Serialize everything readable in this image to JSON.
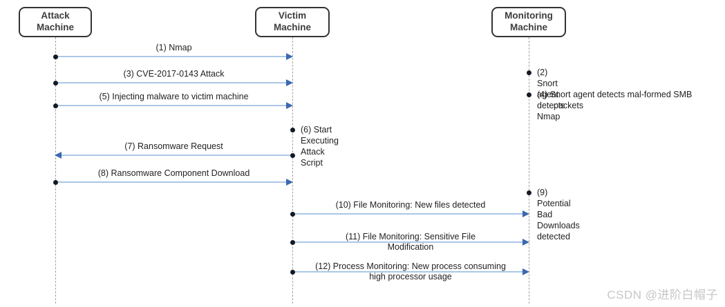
{
  "diagram": {
    "type": "sequence-diagram",
    "actors": [
      {
        "id": "attack",
        "label": "Attack\nMachine"
      },
      {
        "id": "victim",
        "label": "Victim\nMachine"
      },
      {
        "id": "monitoring",
        "label": "Monitoring\nMachine"
      }
    ],
    "messages": [
      {
        "num": 1,
        "from": "attack",
        "to": "victim",
        "label": "(1) Nmap"
      },
      {
        "num": 3,
        "from": "attack",
        "to": "victim",
        "label": "(3) CVE-2017-0143 Attack"
      },
      {
        "num": 5,
        "from": "attack",
        "to": "victim",
        "label": "(5) Injecting malware to victim machine"
      },
      {
        "num": 7,
        "from": "victim",
        "to": "attack",
        "label": "(7) Ransomware Request"
      },
      {
        "num": 8,
        "from": "attack",
        "to": "victim",
        "label": "(8) Ransomware Component Download"
      },
      {
        "num": 10,
        "from": "victim",
        "to": "monitoring",
        "label": "(10) File Monitoring: New files detected"
      },
      {
        "num": 11,
        "from": "victim",
        "to": "monitoring",
        "label": "(11) File Monitoring: Sensitive File\nModification"
      },
      {
        "num": 12,
        "from": "victim",
        "to": "monitoring",
        "label": "(12) Process Monitoring: New process consuming\nhigh processor usage"
      }
    ],
    "notes": [
      {
        "num": 2,
        "at": "monitoring",
        "label": "(2) Snort agent detects Nmap"
      },
      {
        "num": 4,
        "at": "monitoring",
        "label": "(4) Snort agent detects mal-formed SMB packets"
      },
      {
        "num": 6,
        "at": "victim",
        "label": "(6) Start Executing Attack Script"
      },
      {
        "num": 9,
        "at": "monitoring",
        "label": "(9) Potential Bad Downloads detected"
      }
    ],
    "colors": {
      "arrow_line": "#aac7e7",
      "arrow_head": "#3b69b0",
      "event_dot": "#121a26",
      "lifeline": "#a3a3a3",
      "actor_border": "#333333",
      "text": "#1f1f1f"
    }
  },
  "watermark": {
    "text": "CSDN @进阶白帽子"
  }
}
